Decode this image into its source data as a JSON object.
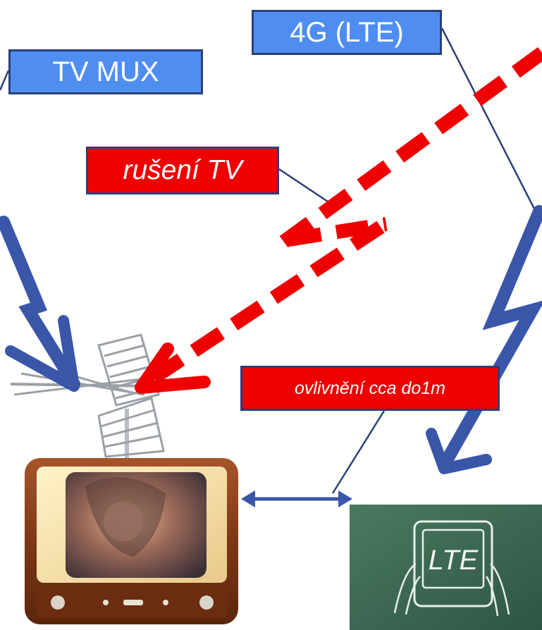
{
  "labels": {
    "lte_source": "4G (LTE)",
    "tv_mux": "TV MUX",
    "interference": "rušení TV",
    "proximity": "ovlivnění cca do1m"
  },
  "tablet_text": "LTE",
  "colors": {
    "blue_box": "#4f8ef0",
    "box_border": "#2b3f78",
    "red_box": "#ee0000",
    "signal_arrow": "#3a56a8",
    "interference_arrow": "#ee0000",
    "chalkboard": "#3f6a55"
  },
  "icons": [
    "antenna-icon",
    "tv-icon",
    "lte-tablet-icon"
  ]
}
